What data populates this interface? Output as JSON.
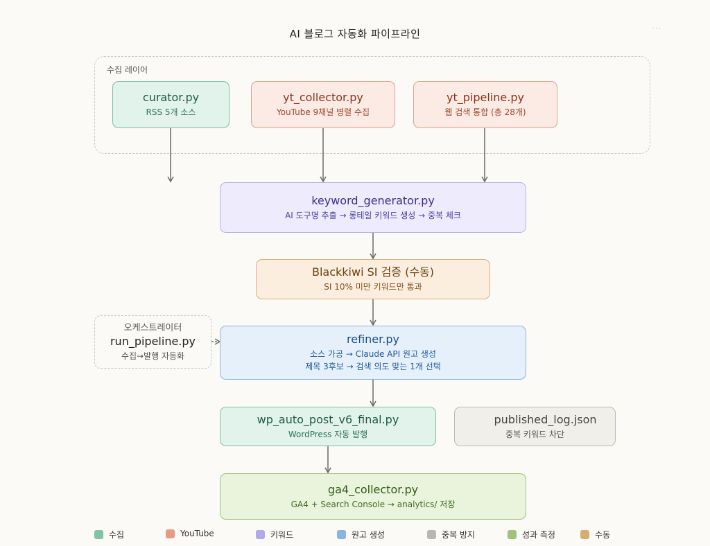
{
  "title": "AI 블로그 자동화 파이프라인",
  "menu_dots": "···",
  "collect_layer": {
    "label": "수집 레이어"
  },
  "nodes": {
    "curator": {
      "title": "curator.py",
      "sub": "RSS 5개 소스"
    },
    "yt_collector": {
      "title": "yt_collector.py",
      "sub": "YouTube 9채널 병렬 수집"
    },
    "yt_pipeline": {
      "title": "yt_pipeline.py",
      "sub": "웹 검색 통합 (총 28개)"
    },
    "keyword_generator": {
      "title": "keyword_generator.py",
      "sub": "AI 도구명 추출 → 롱테일 키워드 생성 → 중복 체크"
    },
    "blackkiwi": {
      "title": "Blackkiwi SI 검증 (수동)",
      "sub": "SI 10% 미만 키워드만 통과"
    },
    "orchestrator": {
      "pre": "오케스트레이터",
      "title": "run_pipeline.py",
      "sub": "수집→발행 자동화"
    },
    "refiner": {
      "title": "refiner.py",
      "sub1": "소스 가공 → Claude API 원고 생성",
      "sub2": "제목 3후보 → 검색 의도 맞는 1개 선택"
    },
    "wp_auto_post": {
      "title": "wp_auto_post_v6_final.py",
      "sub": "WordPress 자동 발행"
    },
    "published_log": {
      "title": "published_log.json",
      "sub": "중복 키워드 차단"
    },
    "ga4_collector": {
      "title": "ga4_collector.py",
      "sub": "GA4 + Search Console → analytics/ 저장"
    }
  },
  "legend": [
    {
      "label": "수집",
      "color": "#7fc4a6"
    },
    {
      "label": "YouTube",
      "color": "#e89a82"
    },
    {
      "label": "키워드",
      "color": "#b1a9ea"
    },
    {
      "label": "원고 생성",
      "color": "#86b5e6"
    },
    {
      "label": "중복 방지",
      "color": "#b9b7b1"
    },
    {
      "label": "성과 측정",
      "color": "#9cc47a"
    },
    {
      "label": "수동",
      "color": "#d9ad72"
    }
  ],
  "colors": {
    "arrow": "#6b6a66",
    "dashed_border": "#c9c7c1"
  }
}
